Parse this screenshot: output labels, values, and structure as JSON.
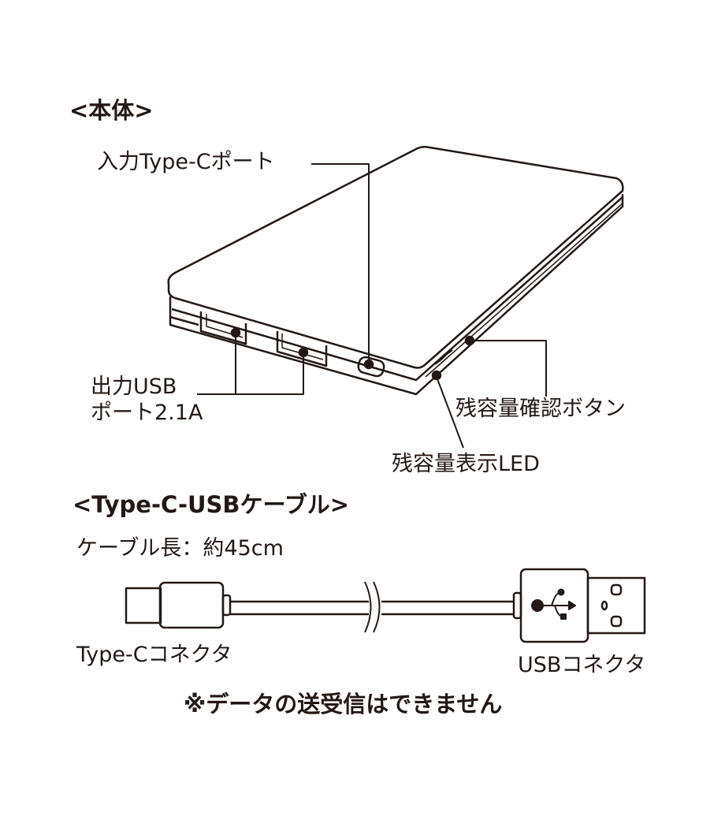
{
  "body_section": {
    "heading": "<本体>",
    "labels": {
      "input_port": "入力Type-Cポート",
      "output_usb_line1": "出力USB",
      "output_usb_line2": "ポート2.1A",
      "check_button": "残容量確認ボタン",
      "led": "残容量表示LED"
    }
  },
  "cable_section": {
    "heading": "<Type-C-USBケーブル>",
    "length": "ケーブル長：約45cm",
    "typec_label": "Type-Cコネクタ",
    "usb_label": "USBコネクタ"
  },
  "note": "※データの送受信はできません",
  "colors": {
    "line": "#231815",
    "background": "#ffffff"
  }
}
